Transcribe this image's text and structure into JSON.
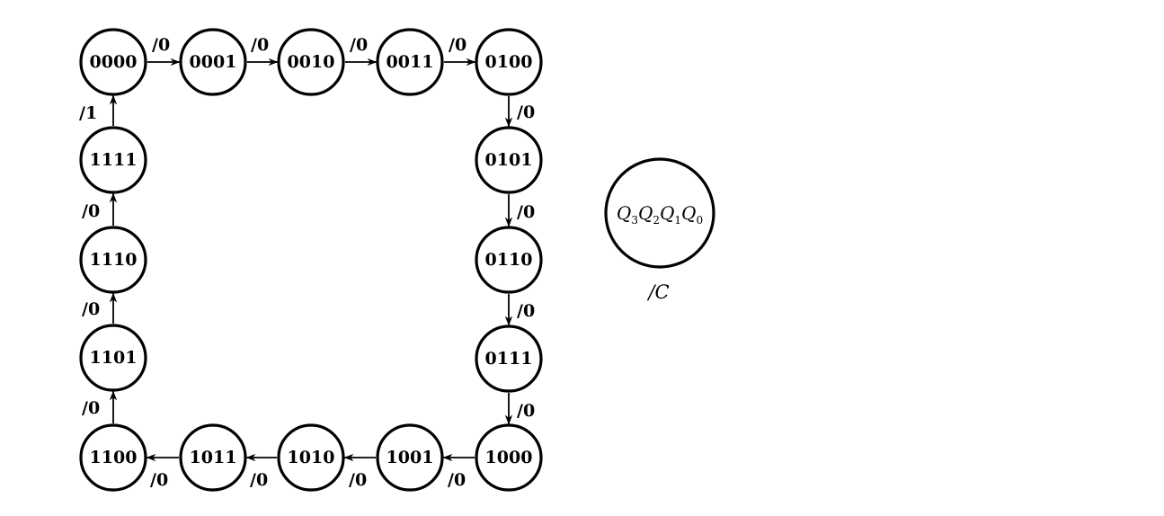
{
  "diagram": {
    "states": [
      "0000",
      "0001",
      "0010",
      "0011",
      "0100",
      "0101",
      "0110",
      "0111",
      "1000",
      "1001",
      "1010",
      "1011",
      "1100",
      "1101",
      "1110",
      "1111"
    ],
    "outputs": [
      "/0",
      "/0",
      "/0",
      "/0",
      "/0",
      "/0",
      "/0",
      "/0",
      "/0",
      "/0",
      "/0",
      "/0",
      "/0",
      "/0",
      "/0",
      "/1"
    ],
    "legend": {
      "state_vars": [
        {
          "name": "Q",
          "sub": "3"
        },
        {
          "name": "Q",
          "sub": "2"
        },
        {
          "name": "Q",
          "sub": "1"
        },
        {
          "name": "Q",
          "sub": "0"
        }
      ],
      "output_label": "/C"
    }
  }
}
